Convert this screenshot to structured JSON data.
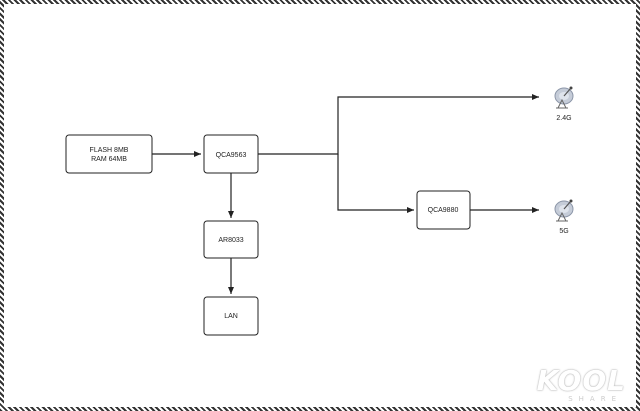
{
  "nodes": {
    "memory": {
      "line1": "FLASH 8MB",
      "line2": "RAM  64MB"
    },
    "soc": {
      "label": "QCA9563"
    },
    "switch": {
      "label": "AR8033"
    },
    "lan": {
      "label": "LAN"
    },
    "radio5g": {
      "label": "QCA9880"
    }
  },
  "antennas": {
    "band24": {
      "label": "2.4G"
    },
    "band5": {
      "label": "5G"
    }
  },
  "watermark": {
    "brand": "KOOL",
    "sub": "SHARE"
  },
  "colors": {
    "line": "#222222",
    "antenna": "#9aa6b8"
  }
}
